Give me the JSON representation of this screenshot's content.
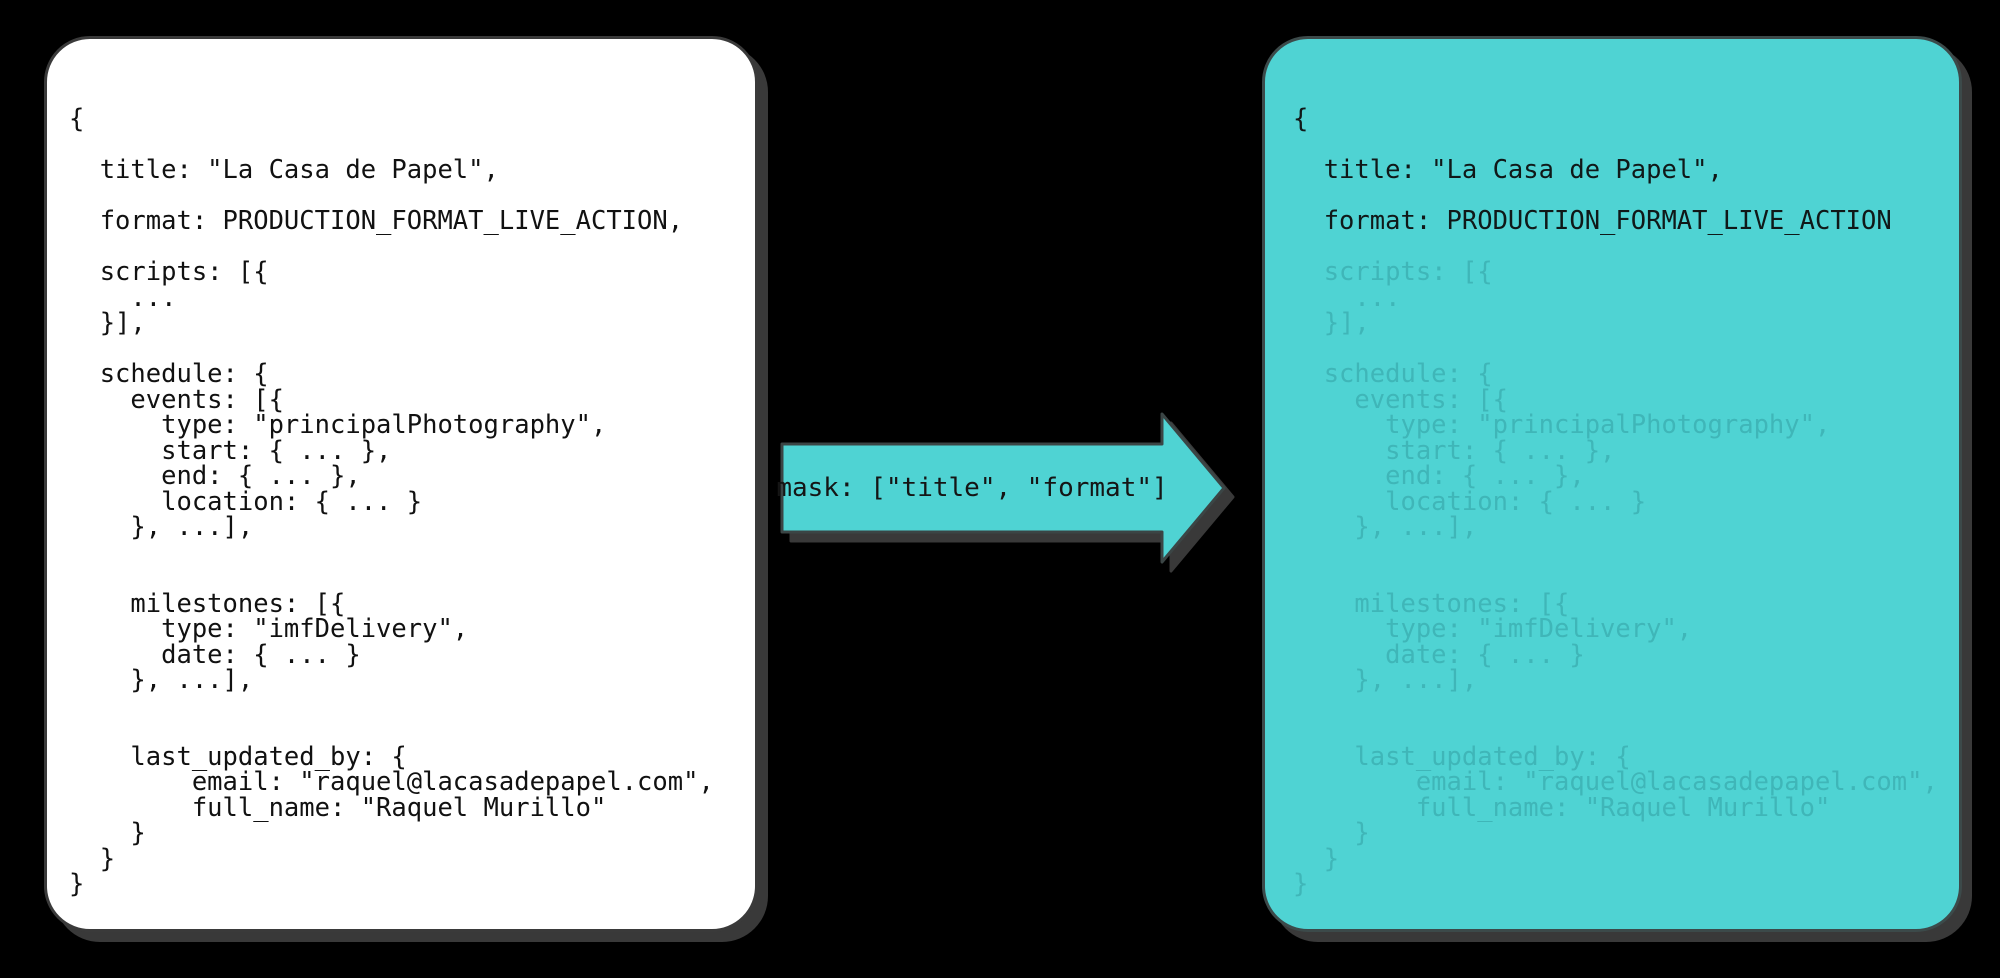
{
  "theme": {
    "background": "#000000",
    "accent_teal": "#4fd3d3",
    "card_white": "#ffffff",
    "masked_text": "#3fb6b8",
    "visible_text": "#101818",
    "shadow": "#3c3c3c"
  },
  "source_card": {
    "name": "source-payload",
    "lines": [
      "{",
      "",
      "  title: \"La Casa de Papel\",",
      "",
      "  format: PRODUCTION_FORMAT_LIVE_ACTION,",
      "",
      "  scripts: [{",
      "    ...",
      "  }],",
      "",
      "  schedule: {",
      "    events: [{",
      "      type: \"principalPhotography\",",
      "      start: { ... },",
      "      end: { ... },",
      "      location: { ... }",
      "    }, ...],",
      "",
      "",
      "    milestones: [{",
      "      type: \"imfDelivery\",",
      "      date: { ... }",
      "    }, ...],",
      "",
      "",
      "    last_updated_by: {",
      "        email: \"raquel@lacasadepapel.com\",",
      "        full_name: \"Raquel Murillo\"",
      "    }",
      "  }",
      "}"
    ]
  },
  "masked_card": {
    "name": "masked-payload",
    "lines": [
      {
        "text": "{",
        "masked": false
      },
      {
        "text": "",
        "masked": true
      },
      {
        "text": "  title: \"La Casa de Papel\",",
        "masked": false
      },
      {
        "text": "",
        "masked": true
      },
      {
        "text": "  format: PRODUCTION_FORMAT_LIVE_ACTION",
        "masked": false
      },
      {
        "text": "",
        "masked": true
      },
      {
        "text": "  scripts: [{",
        "masked": true
      },
      {
        "text": "    ...",
        "masked": true
      },
      {
        "text": "  }],",
        "masked": true
      },
      {
        "text": "",
        "masked": true
      },
      {
        "text": "  schedule: {",
        "masked": true
      },
      {
        "text": "    events: [{",
        "masked": true
      },
      {
        "text": "      type: \"principalPhotography\",",
        "masked": true
      },
      {
        "text": "      start: { ... },",
        "masked": true
      },
      {
        "text": "      end: { ... },",
        "masked": true
      },
      {
        "text": "      location: { ... }",
        "masked": true
      },
      {
        "text": "    }, ...],",
        "masked": true
      },
      {
        "text": "",
        "masked": true
      },
      {
        "text": "",
        "masked": true
      },
      {
        "text": "    milestones: [{",
        "masked": true
      },
      {
        "text": "      type: \"imfDelivery\",",
        "masked": true
      },
      {
        "text": "      date: { ... }",
        "masked": true
      },
      {
        "text": "    }, ...],",
        "masked": true
      },
      {
        "text": "",
        "masked": true
      },
      {
        "text": "",
        "masked": true
      },
      {
        "text": "    last_updated_by: {",
        "masked": true
      },
      {
        "text": "        email: \"raquel@lacasadepapel.com\",",
        "masked": true
      },
      {
        "text": "        full_name: \"Raquel Murillo\"",
        "masked": true
      },
      {
        "text": "    }",
        "masked": true
      },
      {
        "text": "  }",
        "masked": true
      },
      {
        "text": "}",
        "masked": true
      }
    ]
  },
  "arrow": {
    "label": "mask: [\"title\", \"format\"]",
    "direction": "right",
    "fields": [
      "title",
      "format"
    ]
  }
}
